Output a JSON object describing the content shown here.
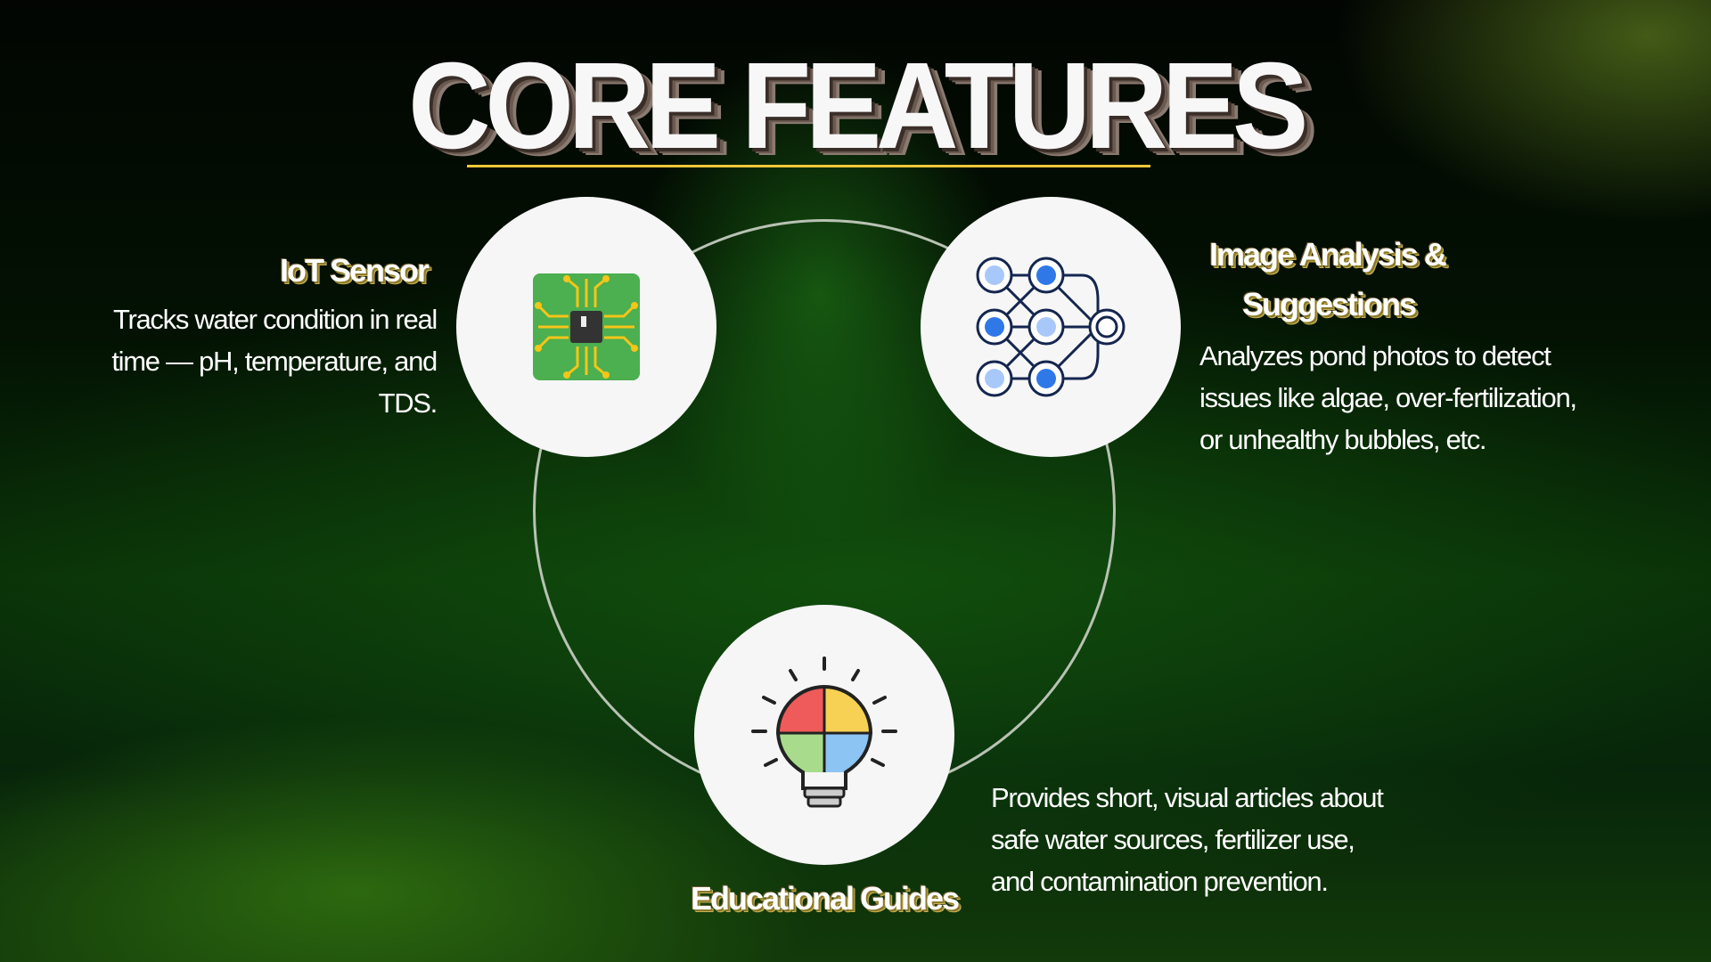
{
  "title": "CORE FEATURES",
  "features": [
    {
      "heading": "IoT Sensor",
      "description": [
        "Tracks water condition in real",
        "time — pH, temperature, and",
        "TDS."
      ],
      "icon": "circuit-chip-icon"
    },
    {
      "heading": [
        "Image Analysis &",
        "Suggestions"
      ],
      "description": [
        "Analyzes pond photos to detect",
        "issues like algae, over-fertilization,",
        "or unhealthy bubbles, etc."
      ],
      "icon": "neural-network-icon"
    },
    {
      "heading": "Educational Guides",
      "description": [
        "Provides short, visual articles about",
        "safe water sources, fertilizer use,",
        "and contamination prevention."
      ],
      "icon": "lightbulb-puzzle-icon"
    }
  ],
  "colors": {
    "accent": "#f2c73a",
    "background": "#0a3208"
  }
}
